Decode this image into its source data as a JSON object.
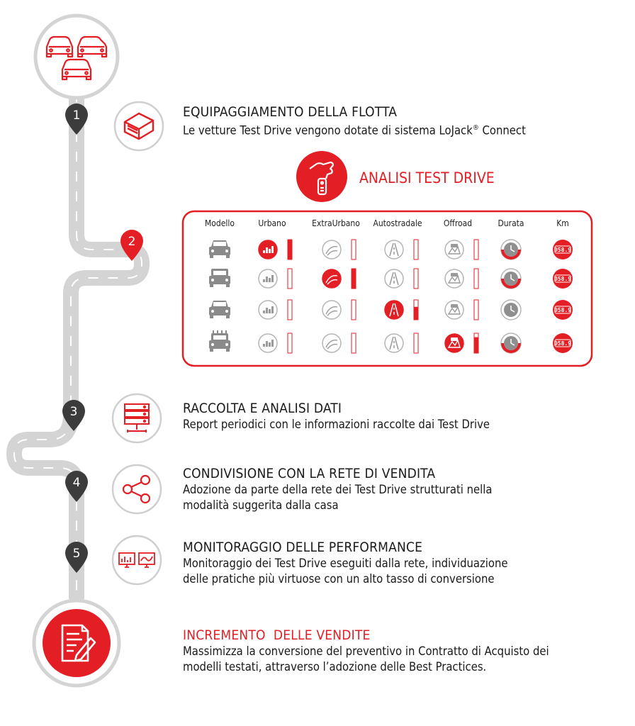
{
  "steps": [
    {
      "number": "1",
      "icon": "obd-device-icon",
      "title": "EQUIPAGGIAMENTO DELLA FLOTTA",
      "desc_main": "Le vetture Test Drive vengono dotate di sistema LoJack",
      "desc_sup": "®",
      "desc_tail": " Connect"
    },
    {
      "number": "3",
      "icon": "server-icon",
      "title": "RACCOLTA E ANALISI DATI",
      "desc_lines": [
        "Report periodici con le informazioni raccolte dai Test Drive"
      ]
    },
    {
      "number": "4",
      "icon": "share-icon",
      "title": "CONDIVISIONE CON LA RETE DI VENDITA",
      "desc_lines": [
        "Adozione da parte della rete dei Test Drive strutturati nella",
        "modalità suggerita dalla casa"
      ]
    },
    {
      "number": "5",
      "icon": "monitor-icon",
      "title": "MONITORAGGIO DELLE PERFORMANCE",
      "desc_lines": [
        "Monitoraggio dei Test Drive eseguiti dalla rete, individuazione",
        "delle pratiche più virtuose con un alto tasso di conversione"
      ]
    }
  ],
  "analysis": {
    "number": "2",
    "title": "ANALISI TEST DRIVE",
    "columns": [
      "Modello",
      "Urbano",
      "ExtraUrbano",
      "Autostradale",
      "Offroad",
      "Durata",
      "Km"
    ],
    "km_reading": "058.9",
    "rows": [
      {
        "vehicle": "sedan-icon",
        "active": "urbano",
        "level": 1.0
      },
      {
        "vehicle": "suv-icon",
        "active": "extraurbano",
        "level": 1.0
      },
      {
        "vehicle": "crossover-icon",
        "active": "autostradale",
        "level": 0.65
      },
      {
        "vehicle": "jeep-icon",
        "active": "offroad",
        "level": 0.8
      }
    ]
  },
  "final": {
    "icon": "contract-icon",
    "title": "INCREMENTO  DELLE VENDITE",
    "desc_lines": [
      "Massimizza la conversione del preventivo in Contratto di Acquisto dei",
      "modelli testati, attraverso l’adozione delle Best Practices."
    ]
  },
  "colors": {
    "accent": "#e31e24",
    "road": "#d4d4d4",
    "badge": "#3c3c3c",
    "text": "#1a1a1a"
  }
}
